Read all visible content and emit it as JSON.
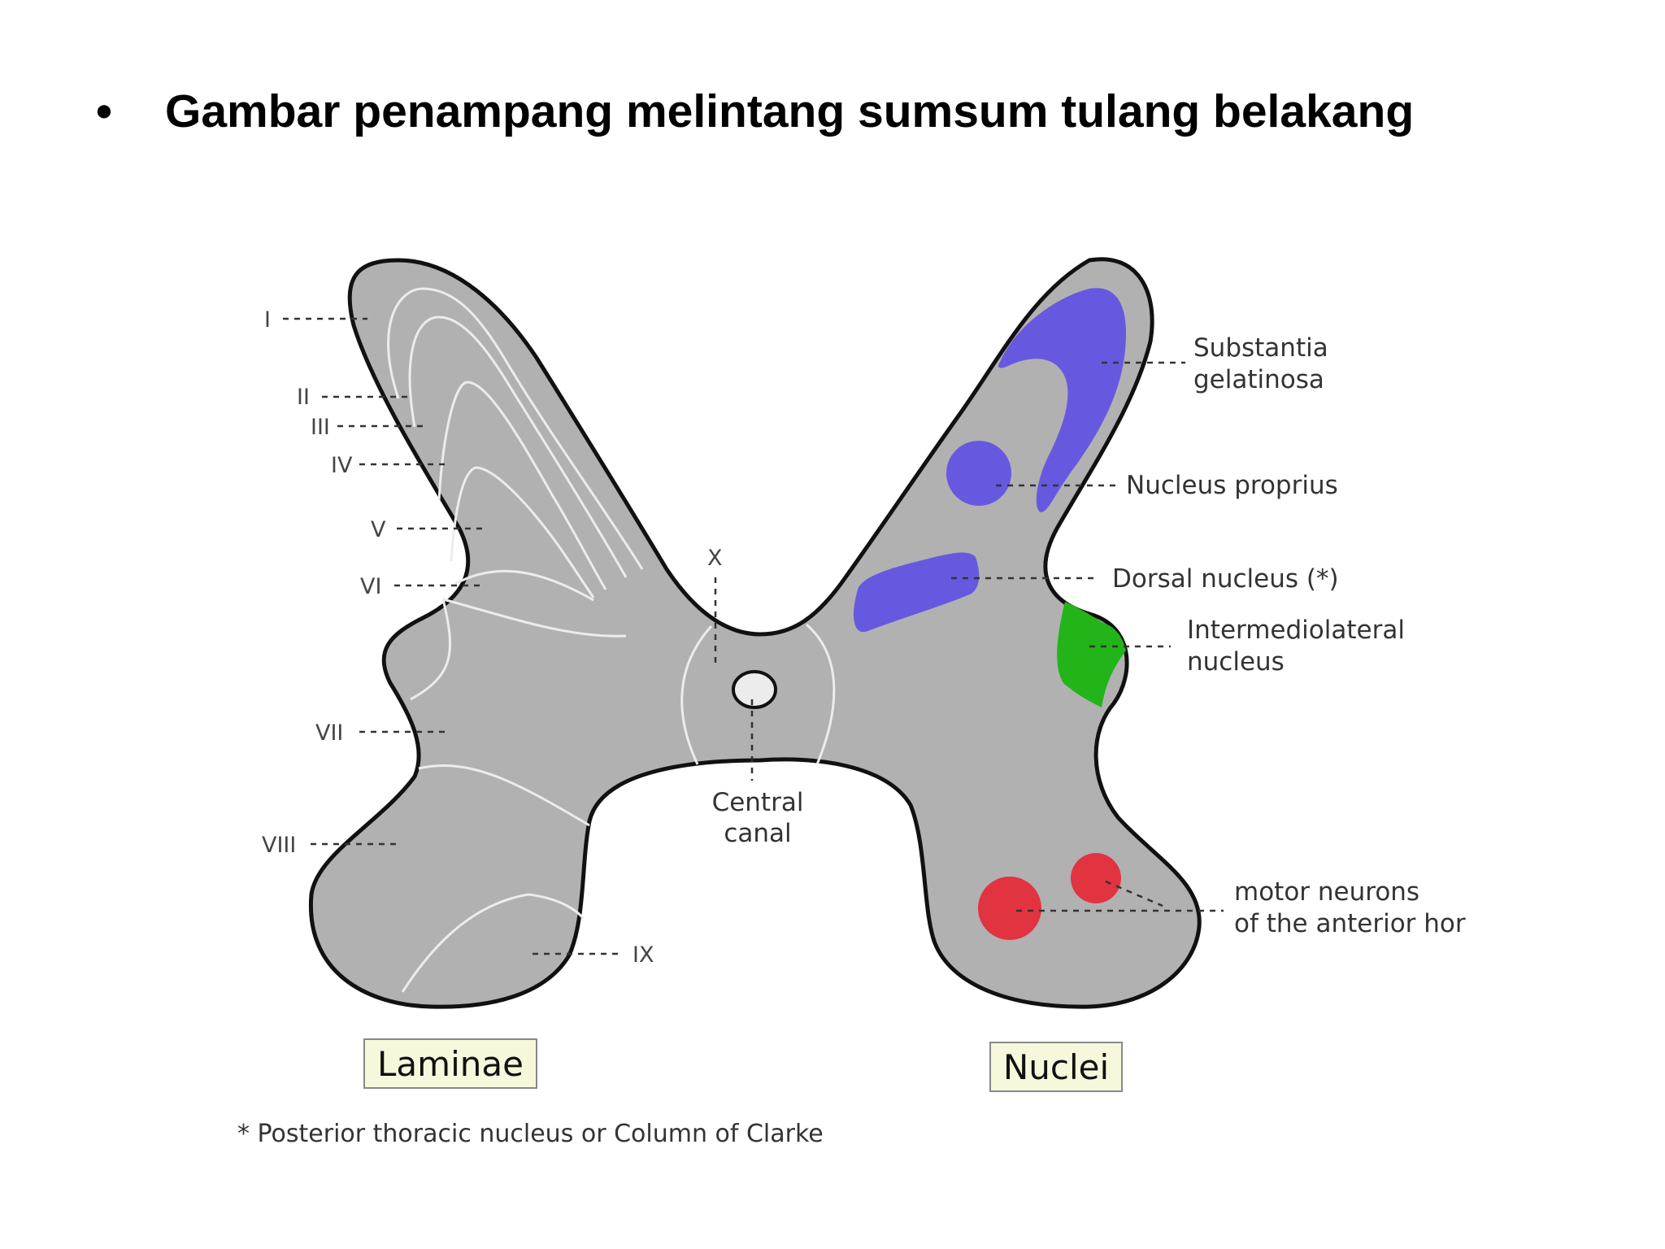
{
  "slide": {
    "bullet": "•",
    "title": "Gambar penampang melintang sumsum tulang belakang"
  },
  "laminae": [
    "I",
    "II",
    "III",
    "IV",
    "V",
    "VI",
    "VII",
    "VIII",
    "IX",
    "X"
  ],
  "nuclei": {
    "substantia_gelatinosa": [
      "Substantia",
      "gelatinosa"
    ],
    "nucleus_proprius": "Nucleus proprius",
    "dorsal_nucleus": "Dorsal nucleus (*)",
    "intermediolateral": [
      "Intermediolateral",
      "nucleus"
    ],
    "motor_neurons": [
      "motor neurons",
      "of the anterior hor"
    ]
  },
  "central_canal": [
    "Central",
    "canal"
  ],
  "boxes": {
    "laminae": "Laminae",
    "nuclei": "Nuclei"
  },
  "footnote": "* Posterior thoracic nucleus or Column of Clarke",
  "colors": {
    "gray_matter": "#b1b1b1",
    "outline": "#111111",
    "nucleus_blue": "#6659e0",
    "intermediolateral_green": "#22b418",
    "motor_red": "#e23341",
    "box_fill": "#f7f7dc",
    "central_canal_fill": "#ececec"
  }
}
